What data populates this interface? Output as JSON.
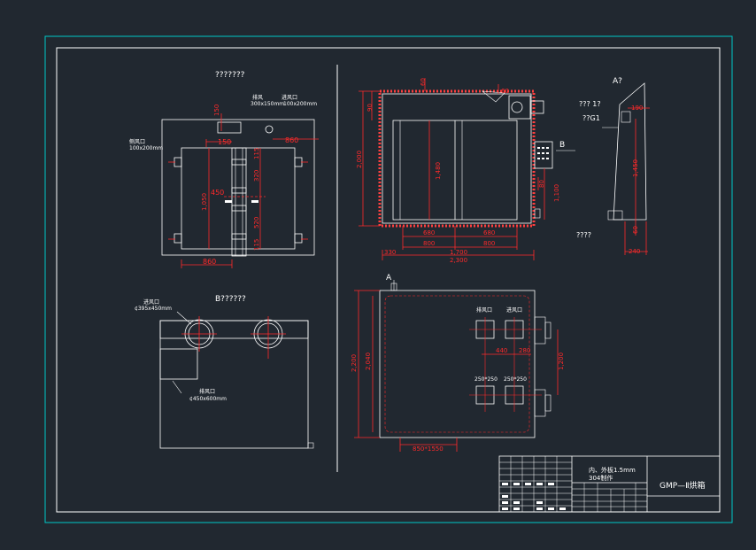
{
  "colors": {
    "background": "#212830",
    "outer_frame": "#00c8c8",
    "line": "#ffffff",
    "dimension": "#ff2a2a",
    "hatch": "#ff4040"
  },
  "views": {
    "top_title": "???????",
    "b_title": "B??????",
    "a_title": "A?",
    "a_arrow_label": "A",
    "b_arrow_label": "B"
  },
  "top_view": {
    "label_inlet": "排风",
    "label_inlet_size": "300x150mm",
    "label_outlet": "进风口",
    "label_outlet_size": "100x200mm",
    "label_side": "侧风口",
    "label_side_size": "100x200mm",
    "dims": [
      "150",
      "150",
      "860",
      "115",
      "320",
      "450",
      "1,050",
      "520",
      "115",
      "860"
    ]
  },
  "b_view": {
    "label_a": "进风口",
    "label_a_size": "¢395x450mm",
    "label_b": "排风口",
    "label_b_size": "¢450x600mm"
  },
  "front_view": {
    "dims": [
      "60",
      "90",
      "60",
      "2,000",
      "1,480",
      "80",
      "1,100",
      "680",
      "680",
      "800",
      "800",
      "330",
      "1,700",
      "2,300"
    ]
  },
  "side_view": {
    "labels": [
      "??? 1?",
      "??G1",
      "????"
    ],
    "dims": [
      "190",
      "1,450",
      "60",
      "240"
    ]
  },
  "plan_view": {
    "label_1": "排风口",
    "label_2": "进风口",
    "label_3": "250*250",
    "label_4": "250*250",
    "dims": [
      "440",
      "280",
      "1,200",
      "2,200",
      "2,040",
      "850*1550"
    ]
  },
  "title_block": {
    "note_line1": "内、外板1.5mm",
    "note_line2": "304制作",
    "drawing_title": "GMP—Ⅱ烘箱"
  }
}
